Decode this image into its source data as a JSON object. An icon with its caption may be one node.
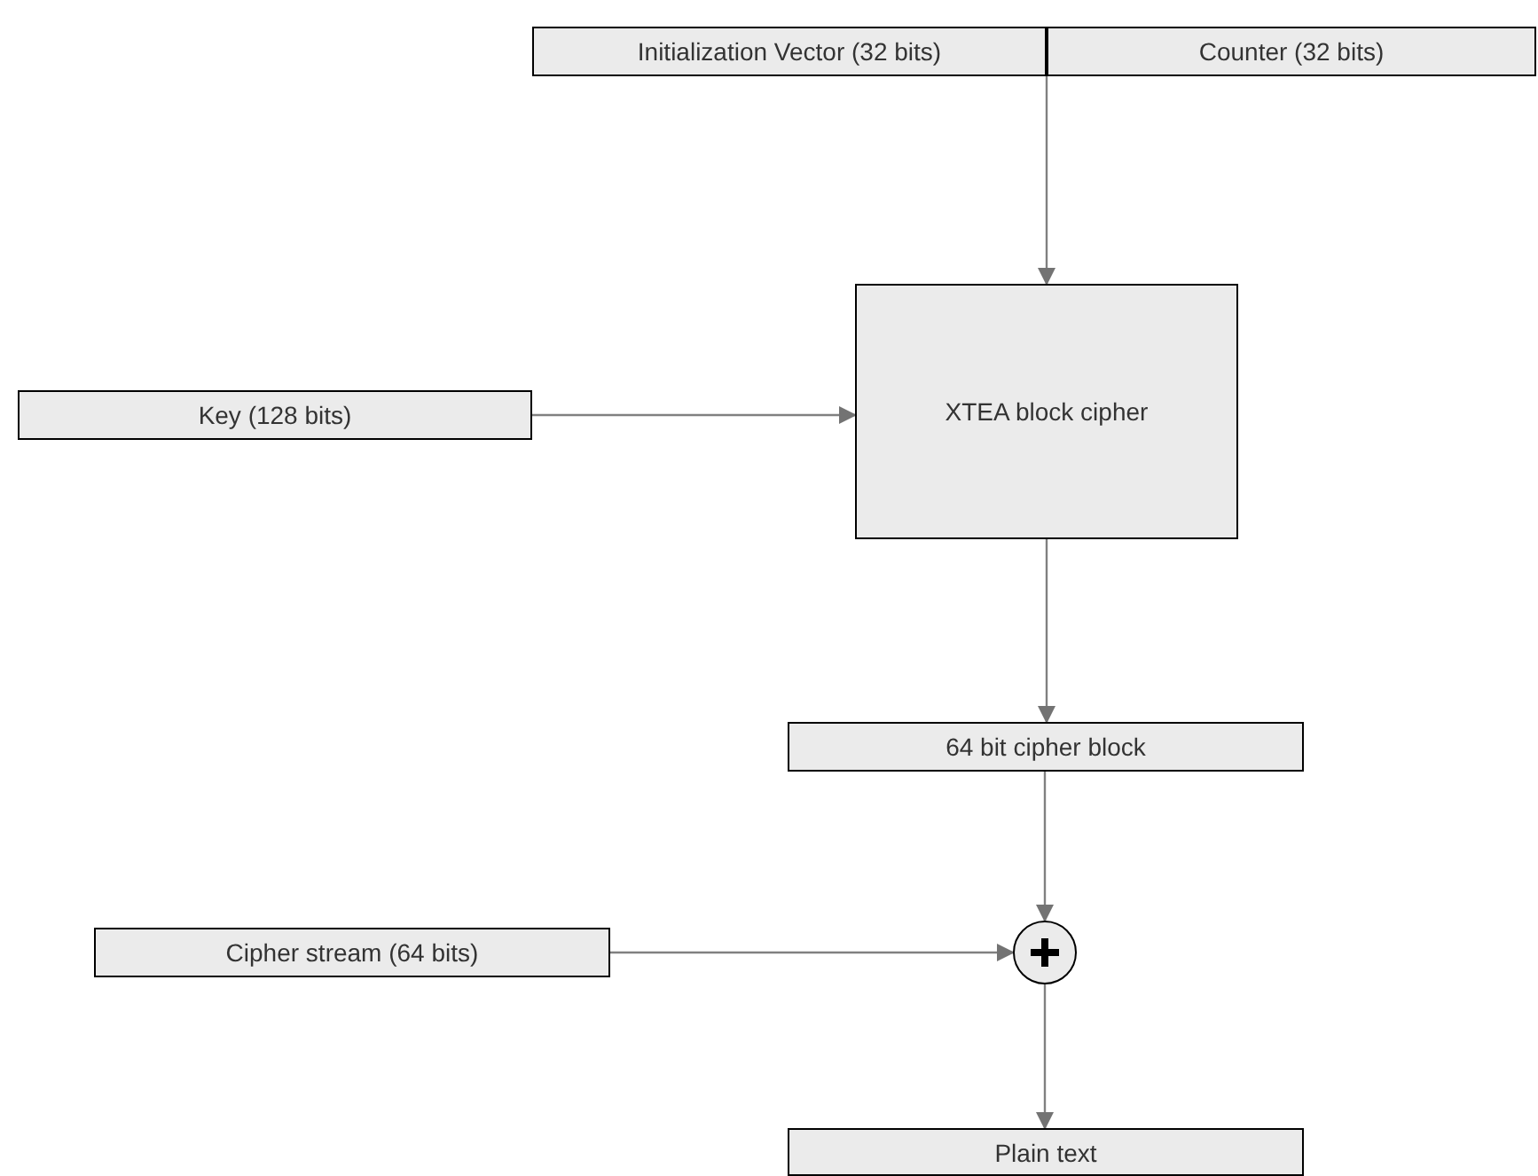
{
  "diagram": {
    "nodes": [
      {
        "text": [
          "Initialization Vector (32 bits)"
        ]
      },
      {
        "text": [
          "Counter (32 bits)"
        ]
      },
      {
        "text": [
          "Key (128 bits)"
        ]
      },
      {
        "text": [
          "XTEA block cipher"
        ]
      },
      {
        "text": [
          "64 bit cipher block"
        ]
      },
      {
        "text": [
          "Cipher stream (64 bits)"
        ]
      },
      {
        "text": [],
        "shape": "circle"
      },
      {
        "text": [
          "Plain text"
        ]
      }
    ],
    "edges": [
      {
        "from": 0,
        "to": 3,
        "arrow": "to"
      },
      {
        "from": 1,
        "to": 3,
        "arrow": "to"
      },
      {
        "from": 2,
        "to": 3,
        "arrow": "to"
      },
      {
        "from": 3,
        "to": 4,
        "arrow": "to"
      },
      {
        "from": 4,
        "to": 6,
        "arrow": "to"
      },
      {
        "from": 5,
        "to": 6,
        "arrow": "to"
      },
      {
        "from": 6,
        "to": 7,
        "arrow": "to"
      }
    ]
  }
}
